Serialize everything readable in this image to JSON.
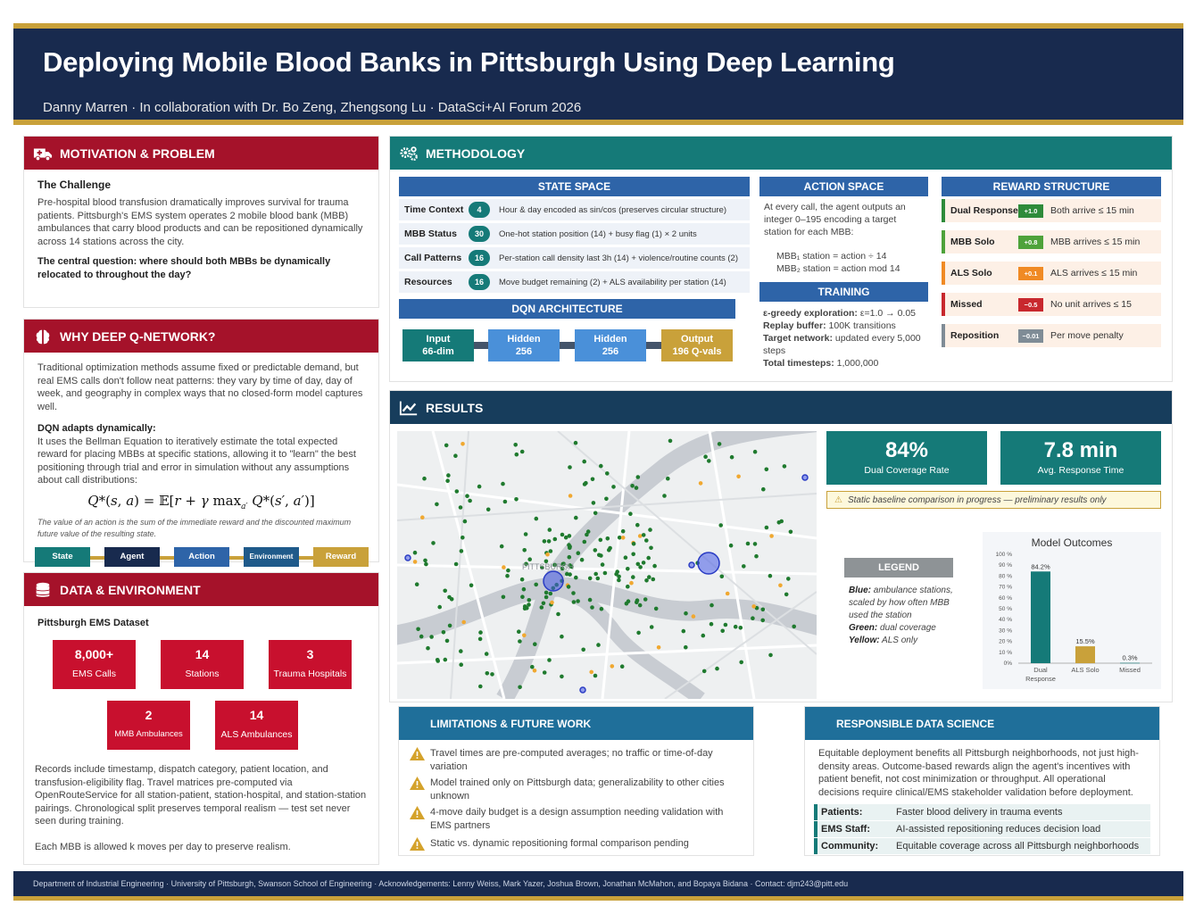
{
  "header": {
    "title": "Deploying Mobile Blood Banks in Pittsburgh Using Deep Learning",
    "subtitle": "Danny Marren  ·  In collaboration with Dr. Bo Zeng, Zhengsong Lu  ·  DataSci+AI Forum 2026"
  },
  "motivation": {
    "title": "MOTIVATION & PROBLEM",
    "challenge": "The Challenge",
    "body": "Pre-hospital blood transfusion dramatically improves survival for trauma patients. Pittsburgh's EMS system operates 2 mobile blood bank (MBB) ambulances that carry blood products and can be repositioned dynamically across 14 stations across the city.",
    "question": "The central question: where should both MBBs be dynamically relocated to throughout the day?"
  },
  "dqn": {
    "title": "WHY DEEP Q-NETWORK?",
    "body": "Traditional optimization methods assume fixed or predictable demand, but real EMS calls don't follow neat patterns: they vary by time of day, day of week, and geography in complex ways that no closed-form model captures well.",
    "adapts": "DQN adapts dynamically:",
    "body2": "It uses the Bellman Equation to iteratively estimate the total expected reward for placing MBBs at specific stations, allowing it to \"learn\" the best positioning through trial and error in simulation without any assumptions about call distributions:",
    "caption": "The value of an action is the sum of the immediate reward and the discounted maximum future value of the resulting state.",
    "loop": [
      "State",
      "Agent",
      "Action",
      "Environment",
      "Reward"
    ]
  },
  "data": {
    "title": "DATA & ENVIRONMENT",
    "dataset": "Pittsburgh EMS Dataset",
    "stats": [
      {
        "n": "8,000+",
        "l": "EMS Calls"
      },
      {
        "n": "14",
        "l": "Stations"
      },
      {
        "n": "3",
        "l": "Trauma Hospitals"
      },
      {
        "n": "2",
        "l": "MMB Ambulances"
      },
      {
        "n": "14",
        "l": "ALS Ambulances"
      }
    ],
    "body": "Records include timestamp, dispatch category, patient location, and transfusion-eligibility flag. Travel matrices pre-computed via OpenRouteService for all station-patient, station-hospital, and station-station pairings. Chronological split preserves temporal realism — test set never seen during training.",
    "moves": "Each MBB is allowed k moves per day to preserve realism."
  },
  "method": {
    "title": "METHODOLOGY",
    "state_title": "STATE SPACE",
    "state": [
      {
        "l": "Time Context",
        "n": "4",
        "d": "Hour & day encoded as sin/cos (preserves circular structure)"
      },
      {
        "l": "MBB Status",
        "n": "30",
        "d": "One-hot station position (14) + busy flag (1) × 2 units"
      },
      {
        "l": "Call Patterns",
        "n": "16",
        "d": "Per-station call density last 3h (14) + violence/routine counts (2)"
      },
      {
        "l": "Resources",
        "n": "16",
        "d": "Move budget remaining (2) + ALS availability per station (14)"
      }
    ],
    "arch_title": "DQN ARCHITECTURE",
    "arch": [
      {
        "a": "Input",
        "b": "66-dim"
      },
      {
        "a": "Hidden",
        "b": "256"
      },
      {
        "a": "Hidden",
        "b": "256"
      },
      {
        "a": "Output",
        "b": "196 Q-vals"
      }
    ],
    "action_title": "ACTION SPACE",
    "action": "At every call, the agent outputs an integer 0–195 encoding a target station for each MBB:",
    "action_f1": "MBB₁ station = action ÷ 14",
    "action_f2": "MBB₂ station = action mod 14",
    "train_title": "TRAINING",
    "train": [
      {
        "k": "ε-greedy exploration:",
        "v": " ε=1.0 → 0.05"
      },
      {
        "k": "Replay buffer:",
        "v": " 100K transitions"
      },
      {
        "k": "Target network:",
        "v": " updated every 5,000 steps"
      },
      {
        "k": "Total timesteps:",
        "v": " 1,000,000"
      }
    ],
    "reward_title": "REWARD STRUCTURE",
    "reward": [
      {
        "l": "Dual Response",
        "v": "+1.0",
        "d": "Both arrive ≤ 15 min",
        "c": "#2e8b3a"
      },
      {
        "l": "MBB Solo",
        "v": "+0.8",
        "d": "MBB arrives ≤ 15 min",
        "c": "#4ea23a"
      },
      {
        "l": "ALS Solo",
        "v": "+0.1",
        "d": "ALS arrives ≤ 15 min",
        "c": "#f08a24"
      },
      {
        "l": "Missed",
        "v": "−0.5",
        "d": "No unit arrives ≤ 15",
        "c": "#c8282e"
      },
      {
        "l": "Reposition",
        "v": "−0.01",
        "d": "Per move penalty",
        "c": "#7f8c96"
      }
    ]
  },
  "results": {
    "title": "RESULTS",
    "kpi1": {
      "n": "84%",
      "l": "Dual Coverage Rate"
    },
    "kpi2": {
      "n": "7.8 min",
      "l": "Avg. Response Time"
    },
    "note": "Static baseline comparison in progress — preliminary results only",
    "legend_title": "LEGEND",
    "legend": [
      {
        "k": "Blue:",
        "v": " ambulance stations, scaled by how often MBB used the station"
      },
      {
        "k": "Green:",
        "v": " dual coverage"
      },
      {
        "k": "Yellow:",
        "v": " ALS only"
      }
    ],
    "map_label": "PITTSBURGH"
  },
  "chart_data": {
    "type": "bar",
    "title": "Model Outcomes",
    "categories": [
      "Dual Response",
      "ALS Solo",
      "Missed"
    ],
    "values": [
      84.2,
      15.5,
      0.3
    ],
    "value_labels": [
      "84.2%",
      "15.5%",
      "0.3%"
    ],
    "ylim": [
      0,
      100
    ],
    "yticks": [
      "0%",
      "10 %",
      "20 %",
      "30 %",
      "40 %",
      "50 %",
      "60 %",
      "70 %",
      "80 %",
      "90 %",
      "100 %"
    ],
    "colors": [
      "#157a78",
      "#c9a13a",
      "#157a78"
    ]
  },
  "limits": {
    "title": "LIMITATIONS & FUTURE WORK",
    "items": [
      "Travel times are pre-computed averages; no traffic or time-of-day variation",
      "Model trained only on Pittsburgh data; generalizability to other cities unknown",
      "4-move daily budget is a design assumption needing validation with EMS partners",
      "Static vs. dynamic repositioning formal comparison pending"
    ]
  },
  "rds": {
    "title": "RESPONSIBLE DATA SCIENCE",
    "body": "Equitable deployment benefits all Pittsburgh neighborhoods, not just high-density areas. Outcome-based rewards align the agent's incentives with patient benefit, not cost minimization or throughput. All operational decisions require clinical/EMS stakeholder validation before deployment.",
    "rows": [
      {
        "k": "Patients:",
        "v": "Faster blood delivery in trauma events"
      },
      {
        "k": "EMS Staff:",
        "v": "AI-assisted repositioning reduces decision load"
      },
      {
        "k": "Community:",
        "v": "Equitable coverage across all Pittsburgh neighborhoods"
      }
    ]
  },
  "footer": "Department of Industrial Engineering  ·  University of Pittsburgh, Swanson School of Engineering  ·  Acknowledgements: Lenny Weiss, Mark Yazer, Joshua Brown, Jonathan McMahon, and Bopaya Bidana  ·  Contact: djm243@pitt.edu"
}
